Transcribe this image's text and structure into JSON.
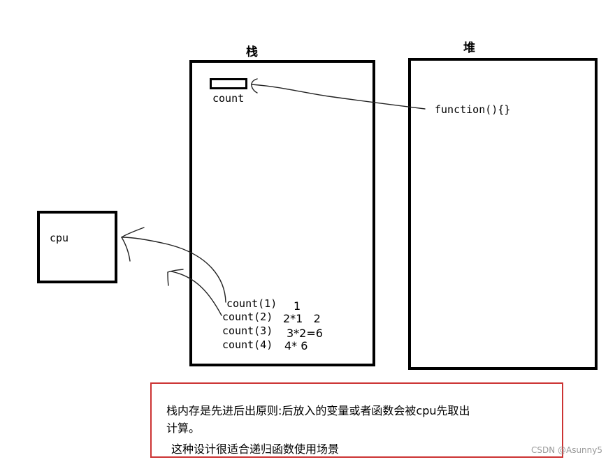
{
  "stack": {
    "title": "栈",
    "var_label": "count",
    "calls": [
      {
        "call": "count(1)",
        "value": "1"
      },
      {
        "call": "count(2)",
        "value": "2*1   2"
      },
      {
        "call": "count(3)",
        "value": "3*2=6"
      },
      {
        "call": "count(4)",
        "value": "4* 6"
      }
    ]
  },
  "heap": {
    "title": "堆",
    "content": "function(){}"
  },
  "cpu": {
    "label": "cpu"
  },
  "note": {
    "line1": "栈内存是先进后出原则:后放入的变量或者函数会被cpu先取出",
    "line2": "计算。",
    "line3": "这种设计很适合递归函数使用场景"
  },
  "watermark": "CSDN @Asunny5"
}
